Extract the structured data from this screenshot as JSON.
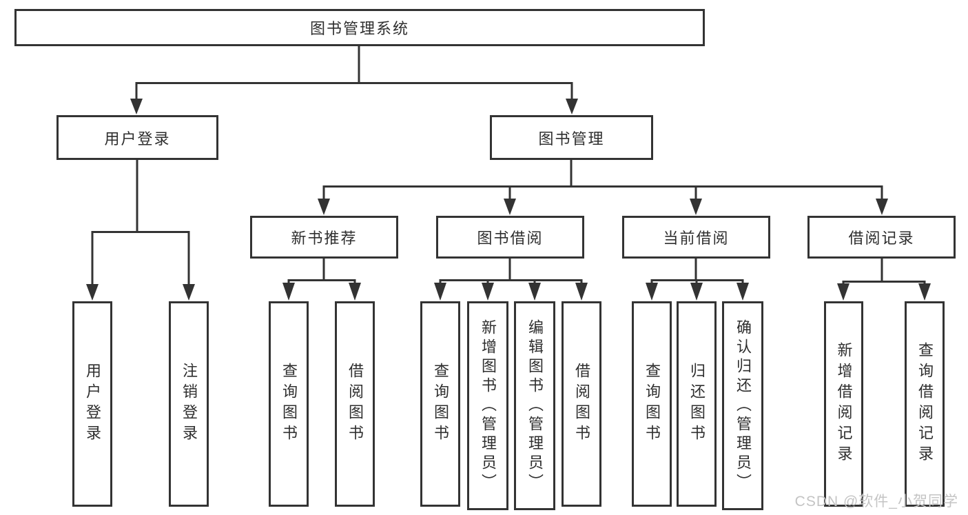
{
  "tree": {
    "root": {
      "label": "图书管理系统"
    },
    "branches": [
      {
        "label": "用户登录",
        "leaves": [
          {
            "label": "用户登录"
          },
          {
            "label": "注销登录"
          }
        ]
      },
      {
        "label": "图书管理",
        "groups": [
          {
            "label": "新书推荐",
            "leaves": [
              {
                "label": "查询图书"
              },
              {
                "label": "借阅图书"
              }
            ]
          },
          {
            "label": "图书借阅",
            "leaves": [
              {
                "label": "查询图书"
              },
              {
                "label": "新增图书（管理员）"
              },
              {
                "label": "编辑图书（管理员）"
              },
              {
                "label": "借阅图书"
              }
            ]
          },
          {
            "label": "当前借阅",
            "leaves": [
              {
                "label": "查询图书"
              },
              {
                "label": "归还图书"
              },
              {
                "label": "确认归还（管理员）"
              }
            ]
          },
          {
            "label": "借阅记录",
            "leaves": [
              {
                "label": "新增借阅记录"
              },
              {
                "label": "查询借阅记录"
              }
            ]
          }
        ]
      }
    ]
  },
  "watermark": {
    "text": "CSDN @软件_小贺同学"
  },
  "colors": {
    "line": "#333333",
    "border": "#333333",
    "text": "#2e2e2e",
    "background": "#ffffff",
    "watermark": "#c4c4c4"
  }
}
